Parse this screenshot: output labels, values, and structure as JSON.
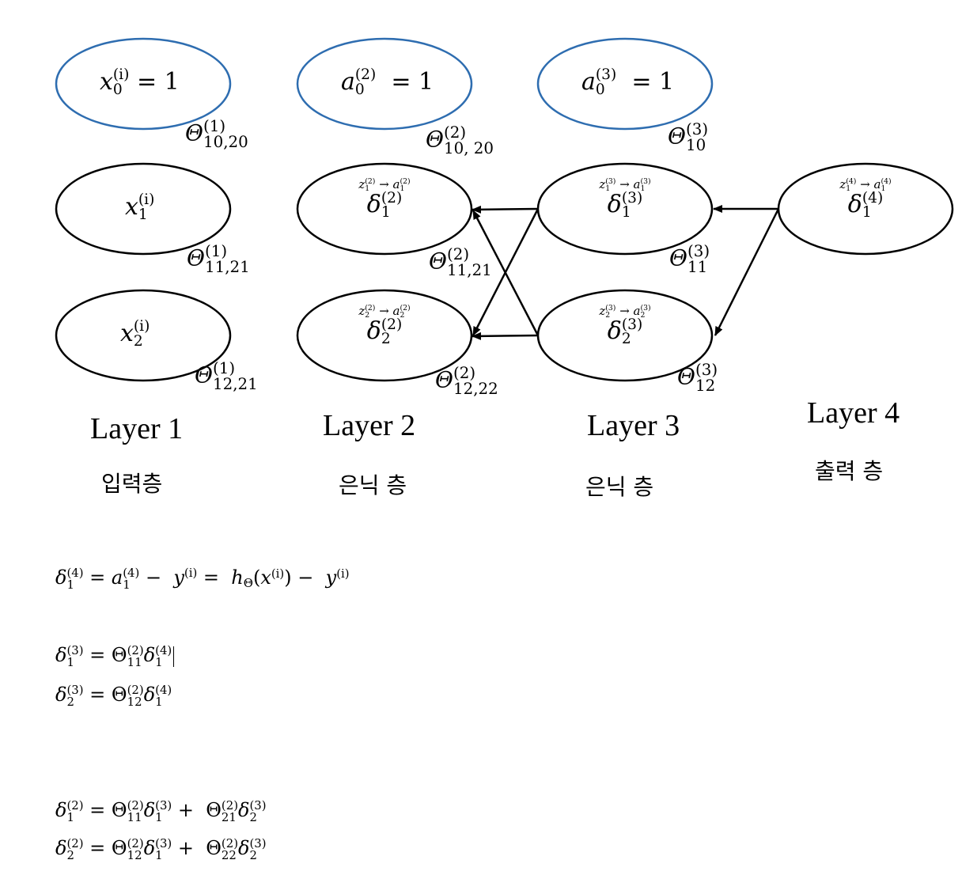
{
  "layers": [
    {
      "title": "Layer 1",
      "subtitle": "입력층"
    },
    {
      "title": "Layer 2",
      "subtitle": "은닉 층"
    },
    {
      "title": "Layer 3",
      "subtitle": "은닉 층"
    },
    {
      "title": "Layer 4",
      "subtitle": "출력 층"
    }
  ],
  "bias_nodes": [
    {
      "var": "x",
      "sup": "(i)",
      "sub": "0",
      "rhs": "= 1"
    },
    {
      "var": "a",
      "sup": "(2)",
      "sub": "0",
      "rhs": "= 1"
    },
    {
      "var": "a",
      "sup": "(3)",
      "sub": "0",
      "rhs": "= 1"
    }
  ],
  "input_nodes": [
    {
      "var": "x",
      "sup": "(i)",
      "sub": "1"
    },
    {
      "var": "x",
      "sup": "(i)",
      "sub": "2"
    }
  ],
  "hidden_nodes": [
    {
      "z": "z",
      "z_sup": "(2)",
      "z_sub": "1",
      "arrow": "→",
      "a": "a",
      "a_sup": "(2)",
      "a_sub": "1",
      "delta": "δ",
      "d_sup": "(2)",
      "d_sub": "1"
    },
    {
      "z": "z",
      "z_sup": "(2)",
      "z_sub": "2",
      "arrow": "→",
      "a": "a",
      "a_sup": "(2)",
      "a_sub": "2",
      "delta": "δ",
      "d_sup": "(2)",
      "d_sub": "2"
    },
    {
      "z": "z",
      "z_sup": "(3)",
      "z_sub": "1",
      "arrow": "→",
      "a": "a",
      "a_sup": "(3)",
      "a_sub": "1",
      "delta": "δ",
      "d_sup": "(3)",
      "d_sub": "1"
    },
    {
      "z": "z",
      "z_sup": "(3)",
      "z_sub": "2",
      "arrow": "→",
      "a": "a",
      "a_sup": "(3)",
      "a_sub": "2",
      "delta": "δ",
      "d_sup": "(3)",
      "d_sub": "2"
    },
    {
      "z": "z",
      "z_sup": "(4)",
      "z_sub": "1",
      "arrow": "→",
      "a": "a",
      "a_sup": "(4)",
      "a_sub": "1",
      "delta": "δ",
      "d_sup": "(4)",
      "d_sub": "1"
    }
  ],
  "weights": [
    {
      "sym": "Θ",
      "sup": "(1)",
      "sub": "10,20"
    },
    {
      "sym": "Θ",
      "sup": "(1)",
      "sub": "11,21"
    },
    {
      "sym": "Θ",
      "sup": "(1)",
      "sub": "12,21"
    },
    {
      "sym": "Θ",
      "sup": "(2)",
      "sub": "10, 20"
    },
    {
      "sym": "Θ",
      "sup": "(2)",
      "sub": "11,21"
    },
    {
      "sym": "Θ",
      "sup": "(2)",
      "sub": "12,22"
    },
    {
      "sym": "Θ",
      "sup": "(3)",
      "sub": "10"
    },
    {
      "sym": "Θ",
      "sup": "(3)",
      "sub": "11"
    },
    {
      "sym": "Θ",
      "sup": "(3)",
      "sub": "12"
    }
  ],
  "equations": {
    "eq1": {
      "d": "δ",
      "d_sub": "1",
      "d_sup": "(4)",
      "eq": "=",
      "a": "a",
      "a_sub": "1",
      "a_sup": "(4)",
      "minus": "−",
      "y": "y",
      "y_sup": "(i)",
      "eq2": "=",
      "h": "h",
      "h_sub": "Θ",
      "open": "(",
      "x": "x",
      "x_sup": "(i)",
      "close": ")",
      "minus2": "−",
      "y2": "y",
      "y2_sup": "(i)"
    },
    "eq2": {
      "lhs": "δ",
      "lhs_sub": "1",
      "lhs_sup": "(3)",
      "eq": "=",
      "t": "Θ",
      "t_sub": "11",
      "t_sup": "(2)",
      "d": "δ",
      "d_sub": "1",
      "d_sup": "(4)"
    },
    "eq3": {
      "lhs": "δ",
      "lhs_sub": "2",
      "lhs_sup": "(3)",
      "eq": "=",
      "t": "Θ",
      "t_sub": "12",
      "t_sup": "(2)",
      "d": "δ",
      "d_sub": "1",
      "d_sup": "(4)"
    },
    "eq4": {
      "lhs": "δ",
      "lhs_sub": "1",
      "lhs_sup": "(2)",
      "eq": "=",
      "t1": "Θ",
      "t1_sub": "11",
      "t1_sup": "(2)",
      "d1": "δ",
      "d1_sub": "1",
      "d1_sup": "(3)",
      "plus": "+",
      "t2": "Θ",
      "t2_sub": "21",
      "t2_sup": "(2)",
      "d2": "δ",
      "d2_sub": "2",
      "d2_sup": "(3)"
    },
    "eq5": {
      "lhs": "δ",
      "lhs_sub": "2",
      "lhs_sup": "(2)",
      "eq": "=",
      "t1": "Θ",
      "t1_sub": "12",
      "t1_sup": "(2)",
      "d1": "δ",
      "d1_sub": "1",
      "d1_sup": "(3)",
      "plus": "+",
      "t2": "Θ",
      "t2_sub": "22",
      "t2_sup": "(2)",
      "d2": "δ",
      "d2_sub": "2",
      "d2_sup": "(3)"
    }
  },
  "colors": {
    "bias_stroke": "#2e6db0",
    "node_stroke": "#000000",
    "arrow": "#000000"
  }
}
